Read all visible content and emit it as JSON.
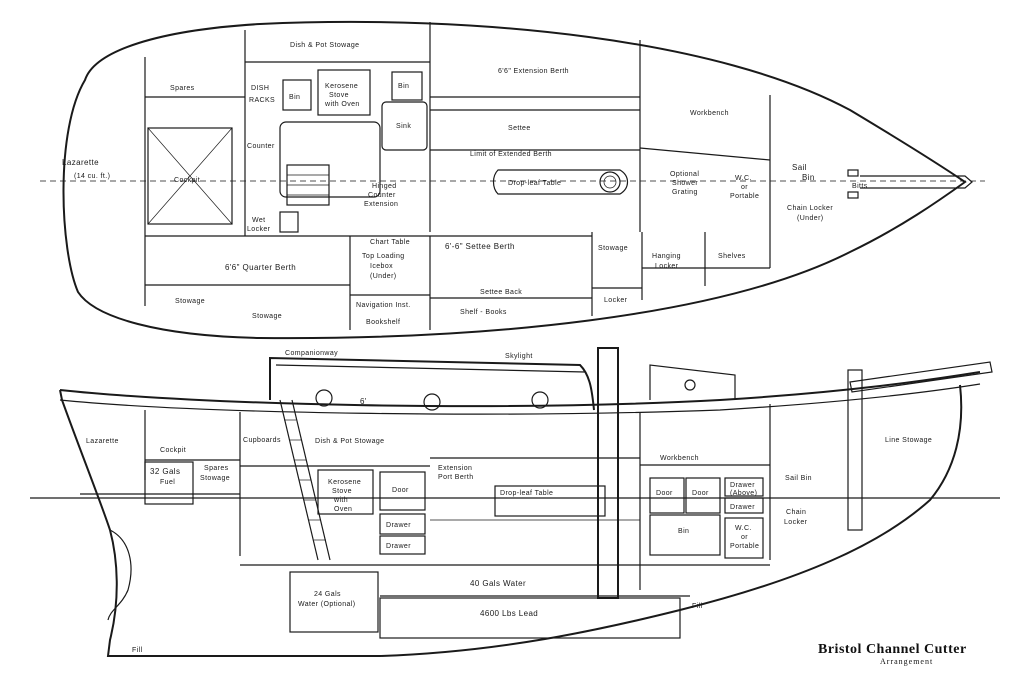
{
  "title": {
    "main": "Bristol Channel Cutter",
    "sub": "Arrangement"
  },
  "plan_labels": {
    "lazarette": "Lazarette",
    "lazarette_vol": "(14 cu. ft.)",
    "spares": "Spares",
    "cockpit": "Cockpit",
    "dish_pot": "Dish & Pot Stowage",
    "dish_racks_1": "DISH",
    "dish_racks_2": "RACKS",
    "bin1": "Bin",
    "stove_1": "Kerosene",
    "stove_2": "Stove",
    "stove_3": "with Oven",
    "bin2": "Bin",
    "sink": "Sink",
    "counter": "Counter",
    "hinged_1": "Hinged",
    "hinged_2": "Counter",
    "hinged_3": "Extension",
    "wet_locker_1": "Wet",
    "wet_locker_2": "Locker",
    "extension_berth": "6'6\" Extension Berth",
    "settee": "Settee",
    "light_ext": "Limit of Extended Berth",
    "dropleaf": "Drop-leaf Table",
    "workbench": "Workbench",
    "optional_shower_1": "Optional",
    "optional_shower_2": "Shower",
    "optional_shower_3": "Grating",
    "wc_1": "W.C.",
    "wc_2": "or",
    "wc_3": "Portable",
    "sail_bin_1": "Sail",
    "sail_bin_2": "Bin",
    "bitts": "Bitts",
    "chain_locker_1": "Chain Locker",
    "chain_locker_2": "(Under)",
    "quarter_berth": "6'6\" Quarter Berth",
    "chart_table": "Chart Table",
    "top_loading_1": "Top Loading",
    "top_loading_2": "Icebox",
    "top_loading_3": "(Under)",
    "settee_berth": "6'-6\" Settee Berth",
    "stowage_a": "Stowage",
    "hanging_1": "Hanging",
    "hanging_2": "Locker",
    "shelves": "Shelves",
    "settee_back": "Settee Back",
    "shelf_books": "Shelf - Books",
    "stowage_b": "Stowage",
    "stowage_c": "Stowage",
    "nav_inst": "Navigation Inst.",
    "bookshelf": "Bookshelf",
    "locker": "Locker"
  },
  "profile_labels": {
    "companionway": "Companionway",
    "skylight": "Skylight",
    "headroom": "6'",
    "lazarette": "Lazarette",
    "cockpit": "Cockpit",
    "cupboards": "Cupboards",
    "dish_pot": "Dish & Pot Stowage",
    "fuel_1": "32 Gals",
    "fuel_2": "Fuel",
    "spares_1": "Spares",
    "spares_2": "Stowage",
    "stove_1": "Kerosene",
    "stove_2": "Stove",
    "stove_3": "with",
    "stove_4": "Oven",
    "door1": "Door",
    "drawer1": "Drawer",
    "drawer2": "Drawer",
    "ext_berth_1": "Extension",
    "ext_berth_2": "Port Berth",
    "dropleaf": "Drop-leaf Table",
    "workbench": "Workbench",
    "door2": "Door",
    "door3": "Door",
    "drawer3_1": "Drawer",
    "drawer3_2": "(Above)",
    "drawer4": "Drawer",
    "bin": "Bin",
    "wc_1": "W.C.",
    "wc_2": "or",
    "wc_3": "Portable",
    "sail_bin": "Sail Bin",
    "chain_1": "Chain",
    "chain_2": "Locker",
    "line_stowage": "Line Stowage",
    "water_opt_1": "24 Gals",
    "water_opt_2": "Water (Optional)",
    "water": "40 Gals Water",
    "lead": "4600 Lbs Lead",
    "fill_aft": "Fill",
    "fill_fwd": "Fill"
  }
}
